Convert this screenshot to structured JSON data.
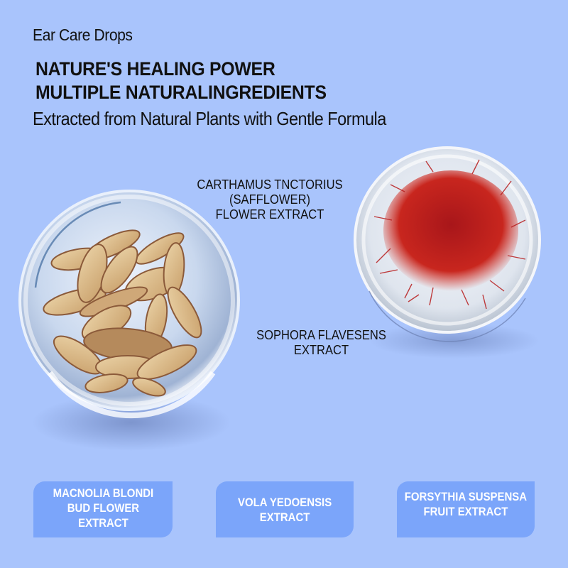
{
  "header": {
    "product": "Ear Care Drops",
    "headline_lines": [
      "NATURE'S HEALING POWER",
      "MULTIPLE NATURALINGREDIENTS"
    ],
    "tagline": "Extracted from Natural Plants with Gentle Formula"
  },
  "bowls": [
    {
      "name": "sophora-root-slices-bowl",
      "contents": "dried root slices",
      "colors": {
        "slice": "#d9b98a",
        "slice_dark": "#c89a63",
        "bark": "#8b5a3a"
      }
    },
    {
      "name": "safflower-bowl",
      "contents": "safflower threads",
      "colors": {
        "thread": "#c8261e",
        "thread_dark": "#a8161a"
      }
    }
  ],
  "ingredient_labels": {
    "safflower": [
      "CARTHAMUS TNCTORIUS",
      "(SAFFLOWER)",
      "FLOWER EXTRACT"
    ],
    "sophora": [
      "SOPHORA FLAVESENS",
      "EXTRACT"
    ]
  },
  "badges": [
    {
      "lines": [
        "MACNOLIA BLONDI",
        "BUD FLOWER",
        "EXTRACT"
      ]
    },
    {
      "lines": [
        "VOLA YEDOENSIS",
        "EXTRACT"
      ]
    },
    {
      "lines": [
        "FORSYTHIA SUSPENSA",
        "FRUIT EXTRACT"
      ]
    }
  ],
  "colors": {
    "background": "#a9c4fc",
    "badge_bg": "#7ba5fa",
    "badge_text": "#ffffff",
    "text": "#111111"
  }
}
